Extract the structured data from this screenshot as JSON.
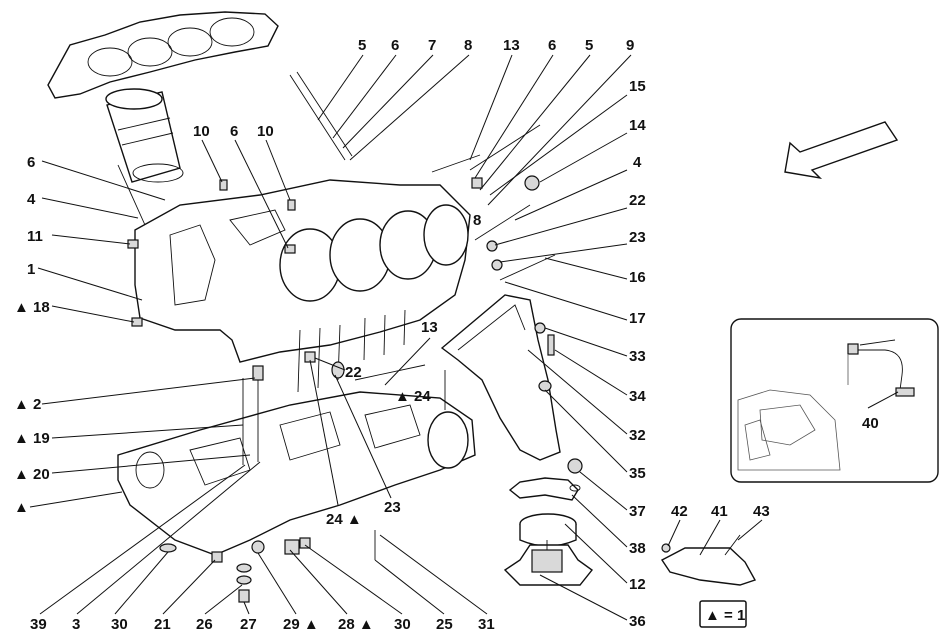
{
  "labels": {
    "top_row": [
      "5",
      "6",
      "7",
      "8",
      "13",
      "6",
      "5",
      "9"
    ],
    "right_col": [
      "15",
      "14",
      "4",
      "22",
      "23",
      "16",
      "17",
      "33",
      "34",
      "32",
      "35",
      "37",
      "38",
      "12",
      "36"
    ],
    "left_col": [
      "6",
      "4",
      "11",
      "1",
      "▲ 18",
      "▲ 2",
      "▲ 19",
      "▲ 20",
      "▲"
    ],
    "bottom_row": [
      "39",
      "3",
      "30",
      "21",
      "26",
      "27",
      "29 ▲",
      "28 ▲",
      "30",
      "25",
      "31"
    ],
    "inner": [
      "10",
      "6",
      "10",
      "8",
      "13",
      "22",
      "▲ 24",
      "24 ▲",
      "23"
    ],
    "inset": [
      "40"
    ],
    "bracket": [
      "42",
      "41",
      "43"
    ]
  },
  "legend": {
    "text": "▲ = 1"
  },
  "colors": {
    "line": "#111111",
    "fill": "#ffffff",
    "shade": "#d9d9d9"
  },
  "icons": {
    "direction_arrow": "arrow-left-down-icon"
  }
}
